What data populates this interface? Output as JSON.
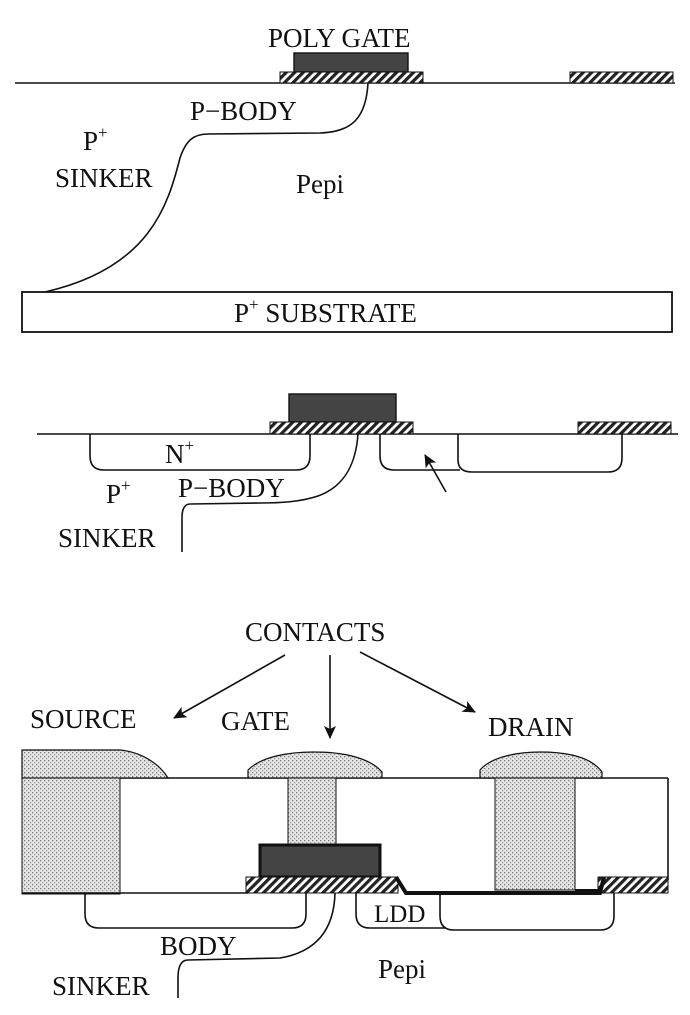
{
  "panel1": {
    "poly_gate": "POLY GATE",
    "p_body": "P−BODY",
    "p_plus": "P",
    "sup_plus": "+",
    "sinker": "SINKER",
    "pepi": "Pepi",
    "substrate_p": "P",
    "substrate_sup": "+",
    "substrate_text": " SUBSTRATE"
  },
  "panel2": {
    "n_plus": "N",
    "sup_plus": "+",
    "p_plus": "P",
    "p_body": "P−BODY",
    "sinker": "SINKER"
  },
  "panel3": {
    "contacts": "CONTACTS",
    "source": "SOURCE",
    "gate": "GATE",
    "drain": "DRAIN",
    "ldd": "LDD",
    "body": "BODY",
    "sinker": "SINKER",
    "pepi": "Pepi"
  }
}
